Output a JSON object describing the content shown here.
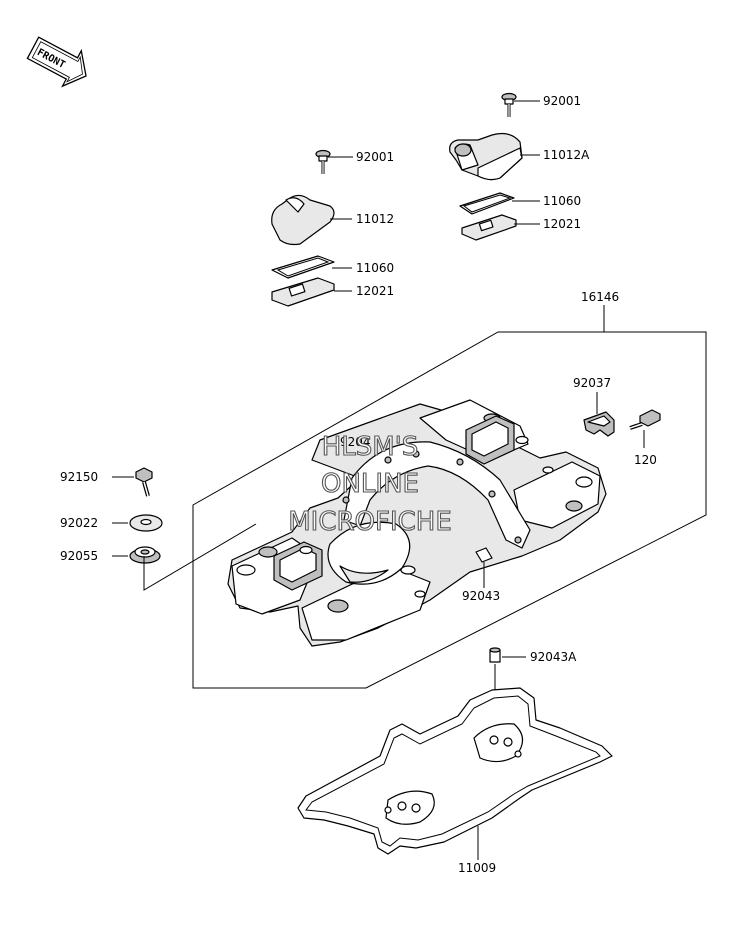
{
  "front_badge": {
    "text": "FRONT"
  },
  "labels": {
    "p92001_left": "92001",
    "p92001_right": "92001",
    "p11012A": "11012A",
    "p11012": "11012",
    "p11060_right": "11060",
    "p12021_right": "12021",
    "p11060_left": "11060",
    "p12021_left": "12021",
    "p16146": "16146",
    "p92037": "92037",
    "p120": "120",
    "p92150": "92150",
    "p92022": "92022",
    "p92055": "92055",
    "p92043": "92043",
    "p92043A": "92043A",
    "p11009": "11009",
    "p92_partial": "9204"
  },
  "watermark": {
    "line1": "HLSM'S",
    "line2": "ONLINE",
    "line3": "MICROFICHE"
  }
}
